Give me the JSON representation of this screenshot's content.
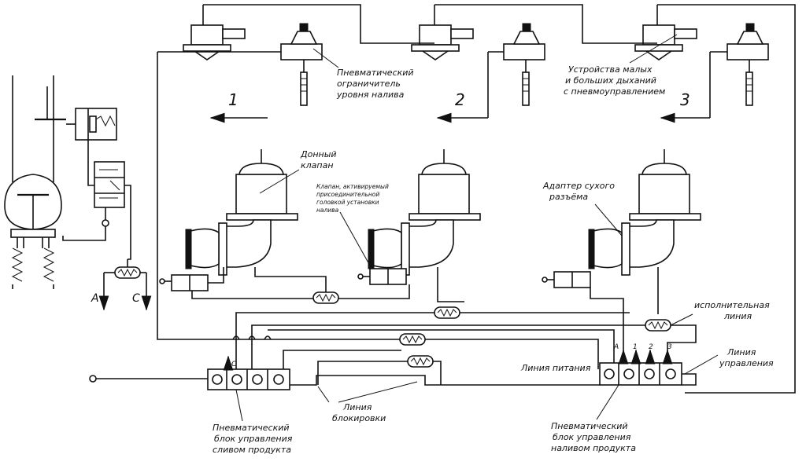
{
  "labels": {
    "pneumatic_limiter": [
      "Пневматический",
      "ограничитель",
      "уровня налива"
    ],
    "breathing_devices": [
      "Устройства малых",
      "и больших дыханий",
      "с пневмоуправлением"
    ],
    "bottom_valve": [
      "Донный",
      "клапан"
    ],
    "loading_arm_valve": [
      "Клапан, активируемый",
      "присоединительной",
      "головкой установки",
      "налива"
    ],
    "dry_adapter": [
      "Адаптер сухого",
      "разъёма"
    ],
    "actuator_line": [
      "исполнительная",
      "линия"
    ],
    "control_line": [
      "Линия",
      "управления"
    ],
    "supply_line": "Линия питания",
    "interlock_line": [
      "Линия",
      "блокировки"
    ],
    "drain_block": [
      "Пневматический",
      "блок управления",
      "сливом продукта"
    ],
    "fill_block": [
      "Пневматический",
      "блок управления",
      "наливом продукта"
    ]
  },
  "compartments": [
    "1",
    "2",
    "3"
  ],
  "port_letters": {
    "A": "A",
    "C": "C"
  },
  "block_ports": {
    "c": "C",
    "a": "A",
    "p1": "1",
    "p2": "2",
    "p3": "3"
  }
}
